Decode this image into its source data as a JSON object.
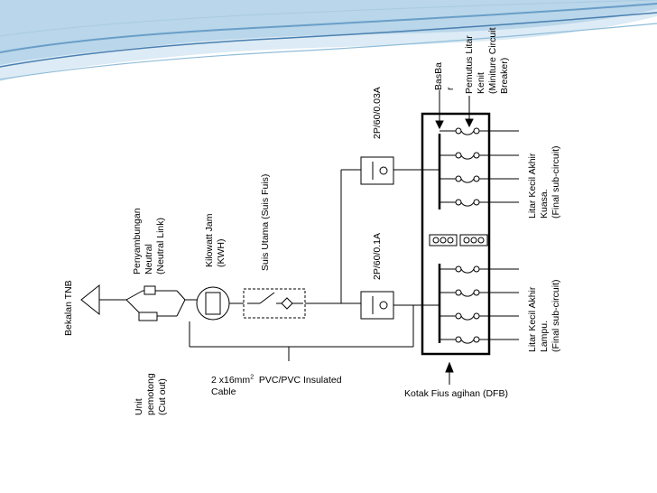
{
  "labels": {
    "bekalan_tnb": "Bekalan TNB",
    "unit_pemotong": [
      "Unit",
      "pemotong",
      "(Cut out)"
    ],
    "penyambungan_neutral": [
      "Penyambungan",
      "Neutral",
      "(Neutral Link)"
    ],
    "kilowatt_jam": [
      "Kilowatt Jam",
      "(KWH)"
    ],
    "suis_utama": "Suis Utama (Suis Fuis)",
    "cable_main": "2 x16mm",
    "cable_sup": "2",
    "cable_rest": "  PVC/PVC Insulated",
    "cable_line2": "Cable",
    "rccb_top": "2P/60/0.03A",
    "rccb_bottom": "2P/60/0.1A",
    "basbar": [
      "BasBa",
      "r"
    ],
    "pemutus_litar": [
      "Pemutus Litar",
      "Kenit",
      "(Miniture Circuit",
      "Breaker)"
    ],
    "litar_kuasa": [
      "Litar  Kecil Akhir",
      "Kuasa.",
      "(Final sub-circuit)"
    ],
    "litar_lampu": [
      "Litar  Kecil Akhir",
      "Lampu.",
      "(Final sub-circuit)"
    ],
    "kotak_fius": "Kotak Fius agihan (DFB)"
  },
  "colors": {
    "line": "#000000",
    "wave_dark": "#4a7fb0",
    "wave_light": "#8fbcd8",
    "wave_pale": "#cfe3f0"
  }
}
